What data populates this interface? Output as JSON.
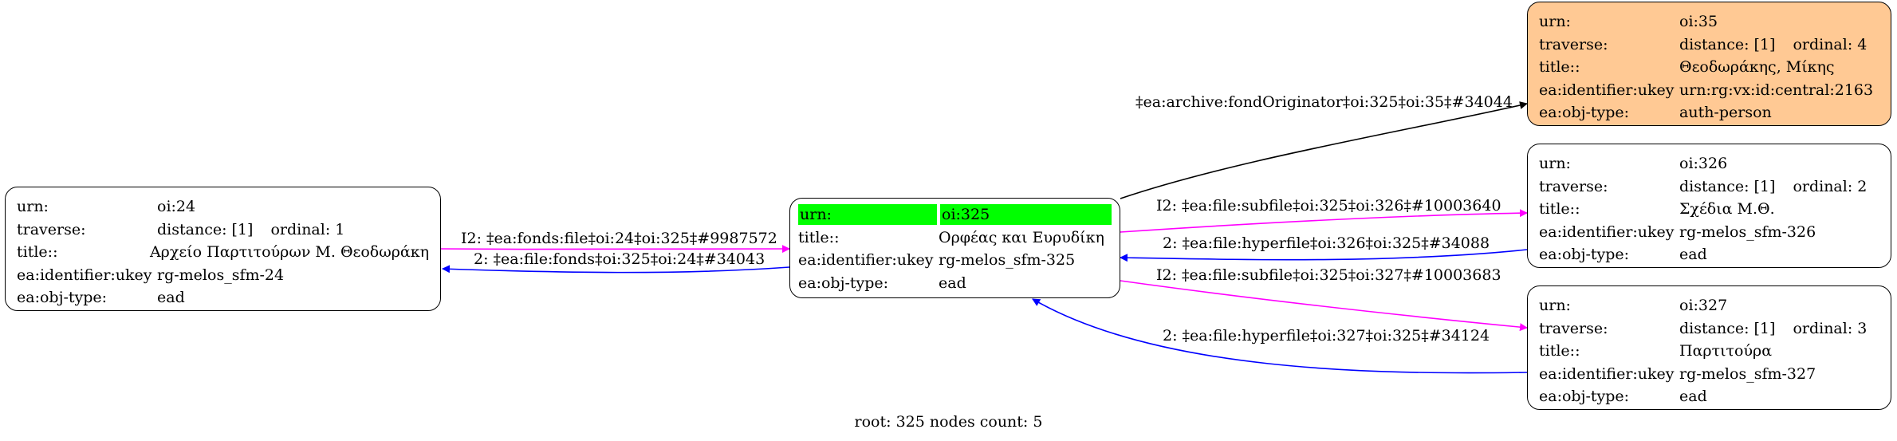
{
  "nodes": {
    "n24": {
      "urn_key": "urn:",
      "urn_val": "oi:24",
      "traverse_key": "traverse:",
      "distance": "distance: [1]",
      "ordinal": "ordinal: 1",
      "title_key": "title::",
      "title_val": "Αρχείο Παρτιτούρων Μ. Θεοδωράκη",
      "ukey_key": "ea:identifier:ukey",
      "ukey_val": "rg-melos_sfm-24",
      "type_key": "ea:obj-type:",
      "type_val": "ead"
    },
    "n325": {
      "urn_key": "urn:",
      "urn_val": "oi:325",
      "title_key": "title::",
      "title_val": "Ορφέας και Ευρυδίκη",
      "ukey_key": "ea:identifier:ukey",
      "ukey_val": "rg-melos_sfm-325",
      "type_key": "ea:obj-type:",
      "type_val": "ead"
    },
    "n35": {
      "urn_key": "urn:",
      "urn_val": "oi:35",
      "traverse_key": "traverse:",
      "distance": "distance: [1]",
      "ordinal": "ordinal: 4",
      "title_key": "title::",
      "title_val": "Θεοδωράκης, Μίκης",
      "ukey_key": "ea:identifier:ukey",
      "ukey_val": "urn:rg:vx:id:central:2163",
      "type_key": "ea:obj-type:",
      "type_val": "auth-person"
    },
    "n326": {
      "urn_key": "urn:",
      "urn_val": "oi:326",
      "traverse_key": "traverse:",
      "distance": "distance: [1]",
      "ordinal": "ordinal: 2",
      "title_key": "title::",
      "title_val": "Σχέδια Μ.Θ.",
      "ukey_key": "ea:identifier:ukey",
      "ukey_val": "rg-melos_sfm-326",
      "type_key": "ea:obj-type:",
      "type_val": "ead"
    },
    "n327": {
      "urn_key": "urn:",
      "urn_val": "oi:327",
      "traverse_key": "traverse:",
      "distance": "distance: [1]",
      "ordinal": "ordinal: 3",
      "title_key": "title::",
      "title_val": "Παρτιτούρα",
      "ukey_key": "ea:identifier:ukey",
      "ukey_val": "rg-melos_sfm-327",
      "type_key": "ea:obj-type:",
      "type_val": "ead"
    }
  },
  "edges": {
    "fonds_file": "I2: ‡ea:fonds:file‡oi:24‡oi:325‡#9987572",
    "file_fonds": "2: ‡ea:file:fonds‡oi:325‡oi:24‡#34043",
    "fond_originator": "‡ea:archive:fondOriginator‡oi:325‡oi:35‡#34044",
    "subfile_326": "I2: ‡ea:file:subfile‡oi:325‡oi:326‡#10003640",
    "hyperfile_326": "2: ‡ea:file:hyperfile‡oi:326‡oi:325‡#34088",
    "subfile_327": "I2: ‡ea:file:subfile‡oi:325‡oi:327‡#10003683",
    "hyperfile_327": "2: ‡ea:file:hyperfile‡oi:327‡oi:325‡#34124"
  },
  "colors": {
    "forward_edge": "#ff00ff",
    "backward_edge": "#0000ff",
    "plain_edge": "#000000",
    "root_highlight": "#00ff00",
    "person_node": "#ffc994"
  },
  "footer": "root: 325 nodes count: 5"
}
